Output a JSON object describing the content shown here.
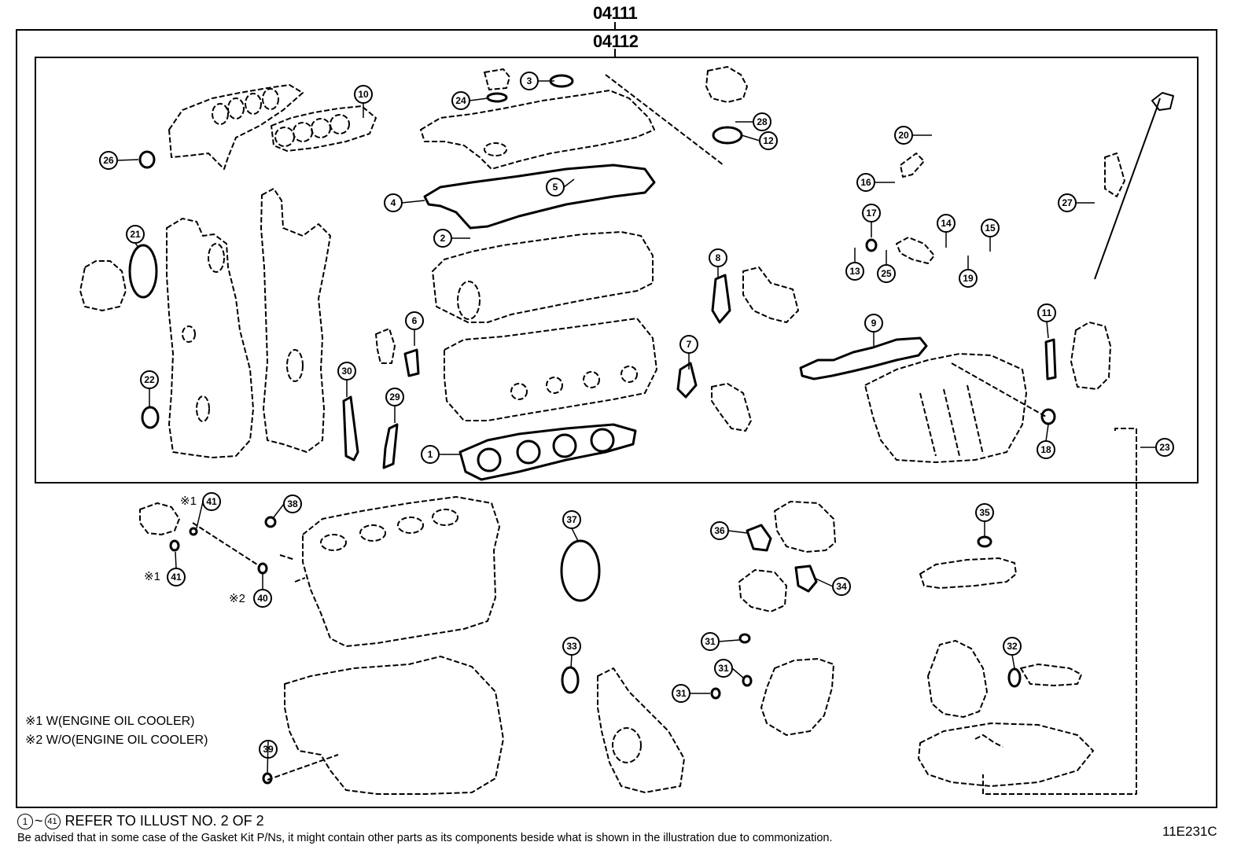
{
  "header": {
    "outer_code": "04111",
    "inner_code": "04112"
  },
  "callouts": [
    "1",
    "2",
    "3",
    "4",
    "5",
    "6",
    "7",
    "8",
    "9",
    "10",
    "11",
    "12",
    "13",
    "14",
    "15",
    "16",
    "17",
    "18",
    "19",
    "20",
    "21",
    "22",
    "23",
    "24",
    "25",
    "26",
    "27",
    "28",
    "29",
    "30",
    "31",
    "31",
    "31",
    "32",
    "33",
    "34",
    "35",
    "36",
    "37",
    "38",
    "39",
    "40",
    "41",
    "41"
  ],
  "marks": {
    "mark41a": "※1",
    "mark41b": "※1",
    "mark40": "※2"
  },
  "notes": {
    "line1": "※1 W(ENGINE OIL COOLER)",
    "line2": "※2 W/O(ENGINE OIL COOLER)"
  },
  "footer": {
    "range_start": "1",
    "range_sep": "~",
    "range_end": "41",
    "refer_text": "REFER TO ILLUST NO. 2 OF 2",
    "advisory": "Be advised that in some case of the Gasket Kit P/Ns,  it might contain other parts as its components beside what is shown in the illustration due to commonization.",
    "illust_id": "11E231C"
  }
}
